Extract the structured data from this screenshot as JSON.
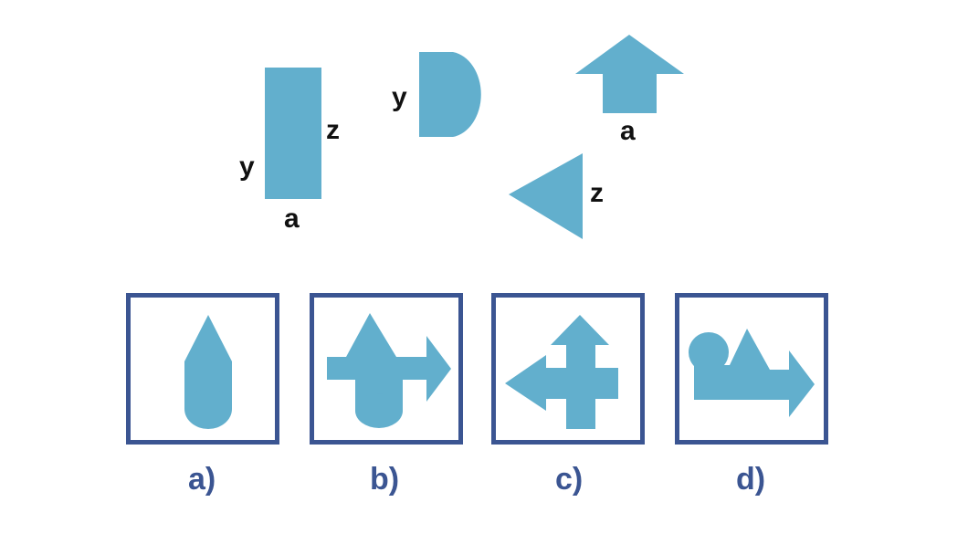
{
  "colors": {
    "shape_fill": "#62afcd",
    "frame": "#3b5592",
    "label": "#111111",
    "option_label": "#3b5592"
  },
  "pieces": {
    "rectangle": {
      "side_y": "y",
      "side_z": "z",
      "side_a": "a"
    },
    "half_disc": {
      "side_y": "y"
    },
    "arrow_head": {
      "side_a": "a"
    },
    "triangle": {
      "side_z": "z"
    }
  },
  "options": [
    {
      "label": "a)"
    },
    {
      "label": "b)"
    },
    {
      "label": "c)"
    },
    {
      "label": "d)"
    }
  ]
}
